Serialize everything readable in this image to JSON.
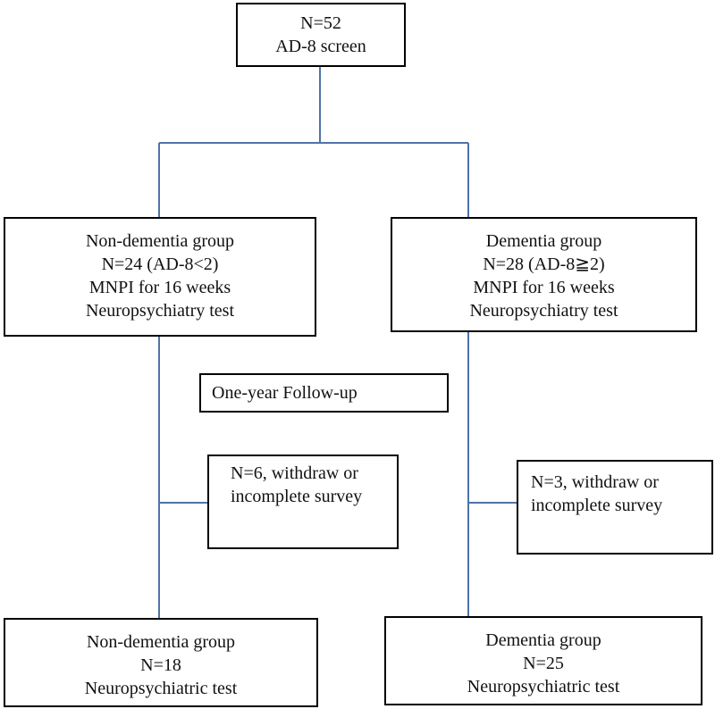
{
  "top_box": {
    "lines": [
      "N=52",
      "AD-8 screen"
    ]
  },
  "non_dementia_box": {
    "lines": [
      "Non-dementia group",
      "N=24 (AD-8<2)",
      "MNPI for 16 weeks",
      "Neuropsychiatry test"
    ]
  },
  "dementia_box": {
    "lines": [
      "Dementia group",
      "N=28 (AD-8≧2)",
      "MNPI for 16 weeks",
      "Neuropsychiatry test"
    ]
  },
  "followup_box": {
    "label": "One-year Follow-up"
  },
  "withdraw_left_box": {
    "lines": [
      "N=6, withdraw or",
      "incomplete survey"
    ]
  },
  "withdraw_right_box": {
    "lines": [
      "N=3, withdraw or",
      "incomplete survey"
    ]
  },
  "non_dementia_final_box": {
    "lines": [
      "Non-dementia group",
      "N=18",
      "Neuropsychiatric test"
    ]
  },
  "dementia_final_box": {
    "lines": [
      "Dementia group",
      "N=25",
      "Neuropsychiatric test"
    ]
  },
  "colors": {
    "connector": "#4f73a8",
    "box_border": "#000000"
  }
}
